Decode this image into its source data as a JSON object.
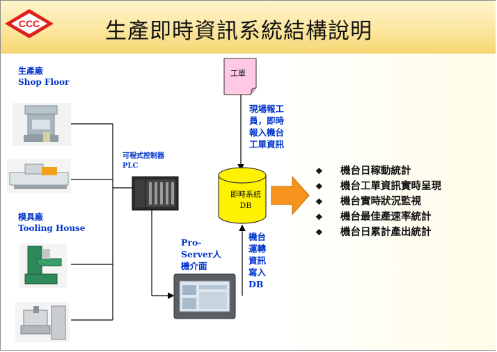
{
  "header": {
    "logo_text": "CCC",
    "title": "生產即時資訊系統結構說明"
  },
  "left": {
    "shop_floor_zh": "生產廠",
    "shop_floor_en": "Shop Floor",
    "tooling_zh": "模具廠",
    "tooling_en": "Tooling House"
  },
  "plc": {
    "label_zh": "可程式控制器",
    "label_en": "PLC"
  },
  "hmi": {
    "lines": [
      "Pro-",
      "Server人",
      "機介面"
    ]
  },
  "work_order": {
    "doc_label": "工單",
    "note_lines": [
      "現場報工",
      "員，即時",
      "報入機台",
      "工單資訊"
    ]
  },
  "database": {
    "label_line1": "即時系統",
    "label_line2": "DB"
  },
  "machine_write": {
    "lines": [
      "機台",
      "運轉",
      "資訊",
      "寫入",
      "DB"
    ]
  },
  "outputs": {
    "bullet_icon": "diamond-bullet-icon",
    "items": [
      "機台日稼動統計",
      "機台工單資訊實時呈現",
      "機台實時狀況監視",
      "機台最佳產速率統計",
      "機台日累計產出統計"
    ]
  },
  "colors": {
    "label_blue": "#0033cc",
    "arrow_orange": "#f7941d",
    "db_yellow": "#fff200",
    "doc_pink": "#ffc8e4",
    "logo_red": "#e0201b"
  }
}
